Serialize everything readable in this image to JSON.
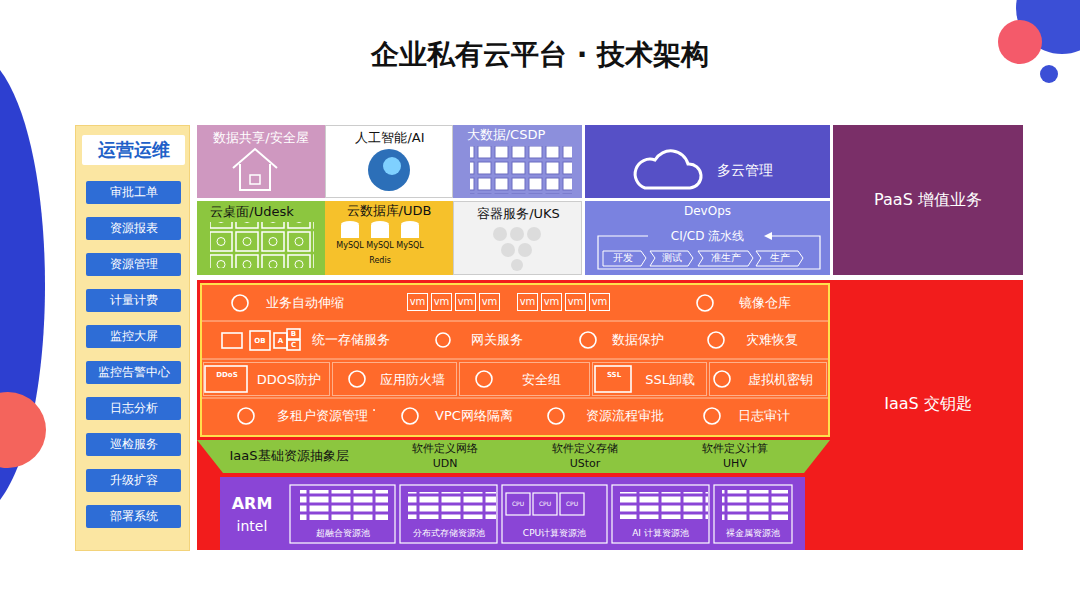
{
  "diagram": {
    "title": "企业私有云平台 · 技术架构",
    "nodes": [
      {
        "text": [
          "运营运维"
        ]
      },
      {
        "text": [
          "审批工单"
        ],
        "in": 0
      },
      {
        "text": [
          "资源报表"
        ],
        "in": 0
      },
      {
        "text": [
          "资源管理"
        ],
        "in": 0
      },
      {
        "text": [
          "计量计费"
        ],
        "in": 0
      },
      {
        "text": [
          "监控大屏"
        ],
        "in": 0
      },
      {
        "text": [
          "监控告警中心"
        ],
        "in": 0
      },
      {
        "text": [
          "日志分析"
        ],
        "in": 0
      },
      {
        "text": [
          "巡检服务"
        ],
        "in": 0
      },
      {
        "text": [
          "升级扩容"
        ],
        "in": 0
      },
      {
        "text": [
          "部署系统"
        ],
        "in": 0
      },
      {
        "text": [
          "数据共享/安全屋"
        ]
      },
      {
        "text": [
          "人工智能/AI"
        ]
      },
      {
        "text": [
          "大数据/CSDP"
        ]
      },
      {
        "text": [
          "多云管理"
        ]
      },
      {
        "text": [
          "云桌面/Udesk"
        ]
      },
      {
        "text": [
          "云数据库/UDB",
          "MySQL",
          "MySQL",
          "MySQL",
          "Redis"
        ]
      },
      {
        "text": [
          "容器服务/UKS"
        ]
      },
      {
        "text": [
          "DevOps",
          "CI/CD 流水线",
          "开发",
          "测试",
          "准生产",
          "生产"
        ]
      },
      {
        "text": [
          "PaaS 增值业务"
        ]
      },
      {
        "text": [
          "IaaS 交钥匙"
        ]
      },
      {
        "text": [
          "业务自动伸缩"
        ],
        "in": 20
      },
      {
        "text": [
          "vm"
        ],
        "in": 20
      },
      {
        "text": [
          "vm"
        ],
        "in": 20
      },
      {
        "text": [
          "vm"
        ],
        "in": 20
      },
      {
        "text": [
          "vm"
        ],
        "in": 20
      },
      {
        "text": [
          "vm"
        ],
        "in": 20
      },
      {
        "text": [
          "vm"
        ],
        "in": 20
      },
      {
        "text": [
          "vm"
        ],
        "in": 20
      },
      {
        "text": [
          "vm"
        ],
        "in": 20
      },
      {
        "text": [
          "镜像仓库"
        ],
        "in": 20
      },
      {
        "text": [
          "统一存储服务",
          "OB",
          "A",
          "B",
          "C"
        ],
        "in": 20
      },
      {
        "text": [
          "网关服务"
        ],
        "in": 20
      },
      {
        "text": [
          "数据保护"
        ],
        "in": 20
      },
      {
        "text": [
          "灾难恢复"
        ],
        "in": 20
      },
      {
        "text": [
          "DDOS防护",
          "DDoS"
        ],
        "in": 20
      },
      {
        "text": [
          "应用防火墙"
        ],
        "in": 20
      },
      {
        "text": [
          "安全组"
        ],
        "in": 20
      },
      {
        "text": [
          "SSL卸载",
          "SSL"
        ],
        "in": 20
      },
      {
        "text": [
          "虚拟机密钥"
        ],
        "in": 20
      },
      {
        "text": [
          "多租户资源管理"
        ],
        "in": 20
      },
      {
        "text": [
          "VPC网络隔离"
        ],
        "in": 20
      },
      {
        "text": [
          "资源流程审批"
        ],
        "in": 20
      },
      {
        "text": [
          "日志审计"
        ],
        "in": 20
      },
      {
        "text": [
          "IaaS基础资源抽象层",
          "软件定义网络",
          "UDN",
          "软件定义存储",
          "UStor",
          "软件定义计算",
          "UHV"
        ],
        "in": 20
      },
      {
        "text": [
          "ARM",
          "intel"
        ],
        "in": 20
      },
      {
        "text": [
          "超融合资源池"
        ],
        "in": 45
      },
      {
        "text": [
          "分布式存储资源池"
        ],
        "in": 45
      },
      {
        "text": [
          "CPU计算资源池",
          "CPU",
          "CPU",
          "CPU"
        ],
        "in": 45
      },
      {
        "text": [
          "AI 计算资源池"
        ],
        "in": 45
      },
      {
        "text": [
          "裸金属资源池"
        ],
        "in": 45
      }
    ]
  }
}
